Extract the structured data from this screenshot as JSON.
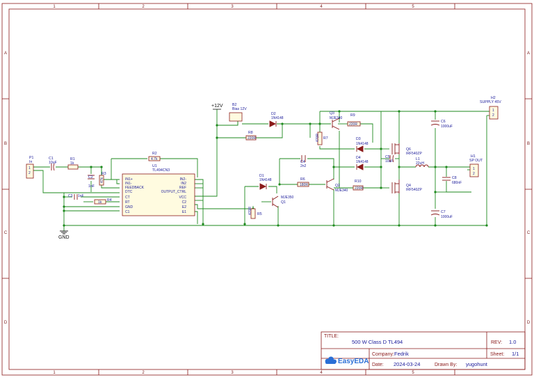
{
  "colors": {
    "frame": "#8a1a1a",
    "wire": "#1e8a1e",
    "component": "#8a1a1a",
    "label": "#1a1a9a",
    "pin_vcc": "#d02020"
  },
  "frame": {
    "columns": [
      "1",
      "2",
      "3",
      "4",
      "5"
    ],
    "rows": [
      "A",
      "B",
      "C",
      "D"
    ]
  },
  "nets": {
    "vcc12": "+12V",
    "gnd": "GND"
  },
  "components": {
    "p1": {
      "ref": "P1",
      "value": "In",
      "pins": [
        "1",
        "2"
      ]
    },
    "c1": {
      "ref": "C1",
      "value": "10uF"
    },
    "r1": {
      "ref": "R1",
      "value": "1k"
    },
    "c2": {
      "ref": "C2",
      "value": "1nF"
    },
    "r3": {
      "ref": "R3",
      "value": "47k"
    },
    "r2": {
      "ref": "R2",
      "value": "4.7k"
    },
    "c3": {
      "ref": "C3",
      "value": "1nF"
    },
    "r4": {
      "ref": "R4",
      "value": "1k"
    },
    "u1": {
      "ref": "U1",
      "value": "TL494CN3",
      "left_pins": [
        "IN1+",
        "IN1-",
        "FEEDBACK",
        "DTC",
        "CT",
        "RT",
        "GND",
        "C1"
      ],
      "right_pins": [
        "IN2-",
        "IN2",
        "REF",
        "OUTPUT_CTRL",
        "VCC",
        "C2",
        "E2",
        "E1"
      ]
    },
    "b2": {
      "ref": "B2",
      "value": "Bias 12V"
    },
    "d2": {
      "ref": "D2",
      "value": "1N4148"
    },
    "r8": {
      "ref": "R8",
      "value": "220R"
    },
    "q3": {
      "ref": "Q3",
      "value": "MJE340"
    },
    "r9": {
      "ref": "R9",
      "value": "220R"
    },
    "r7": {
      "ref": "R7",
      "value": "470R"
    },
    "d3": {
      "ref": "D3",
      "value": "1N4148"
    },
    "d4": {
      "ref": "D4",
      "value": "1N4148"
    },
    "c4": {
      "ref": "C4",
      "value": "2n2"
    },
    "r6": {
      "ref": "R6",
      "value": "180R"
    },
    "q2": {
      "ref": "Q2",
      "value": "MJE340"
    },
    "r10": {
      "ref": "R10",
      "value": "220R"
    },
    "d1": {
      "ref": "D1",
      "value": "1N4148"
    },
    "q1": {
      "ref": "Q1",
      "value": "MJE350"
    },
    "r5": {
      "ref": "R5",
      "value": "470R"
    },
    "c5": {
      "ref": "C5",
      "value": "10uF"
    },
    "q6": {
      "ref": "Q6",
      "value": "IRF540ZP"
    },
    "q4": {
      "ref": "Q4",
      "value": "IRF540ZP"
    },
    "l1": {
      "ref": "L1",
      "value": "22uH"
    },
    "c6": {
      "ref": "C6",
      "value": "1000uF"
    },
    "c7": {
      "ref": "C7",
      "value": "1000uF"
    },
    "c8": {
      "ref": "C8",
      "value": "680nF"
    },
    "h2": {
      "ref": "H2",
      "value": "SUPPLY 45V",
      "pins": [
        "1",
        "2"
      ]
    },
    "h1": {
      "ref": "H1",
      "value": "SP OUT",
      "pins": [
        "1",
        "2"
      ]
    }
  },
  "title_block": {
    "title_label": "TITLE:",
    "title": "500 W Class D TL494",
    "rev_label": "REV:",
    "rev": "1.0",
    "company_label": "Company:",
    "company": "Fedrik",
    "sheet_label": "Sheet:",
    "sheet": "1/1",
    "date_label": "Date:",
    "date": "2024-03-24",
    "drawn_label": "Drawn By:",
    "drawn": "yugohunt",
    "logo": "EasyEDA",
    "logo_icon": "cloud-icon"
  }
}
